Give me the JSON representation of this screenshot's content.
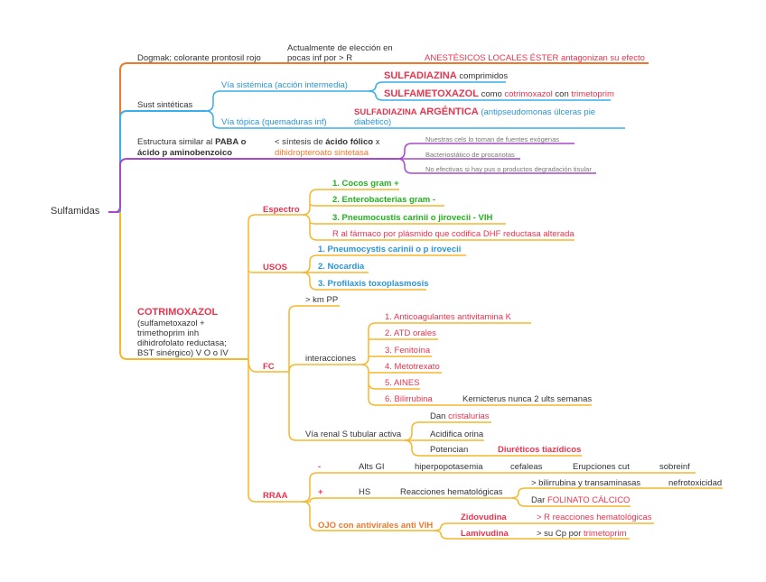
{
  "root": "Sulfamidas",
  "b1": {
    "label": "Dogmak; colorante prontosil rojo",
    "sub1": "Actualmente de elección en",
    "sub2": "pocas inf por > R",
    "note": "ANESTÉSICOS LOCALES ÉSTER antagonizan su efecto"
  },
  "b2": {
    "label": "Sust sintéticas",
    "via1": "Vía sistémica (acción intermedia)",
    "via2": "Vía tópica (quemaduras inf)",
    "sfz": "SULFADIAZINA",
    "sfz_b": "comprimidos",
    "smx": "SULFAMETOXAZOL",
    "smx_b": "como",
    "smx_c": "cotrimoxazol",
    "smx_d": "con",
    "smx_e": "trimetoprim",
    "arg": "SULFADIAZINA",
    "arg2": "ARGÉNTICA",
    "arg3": "(antipseudomonas úlceras pie",
    "arg4": "diabético)"
  },
  "b3": {
    "l1a": "Estructura similar al",
    "l1b": "PABA o",
    "l2": "ácido p aminobenzoico",
    "s1a": "< síntesis de",
    "s1b": "ácido fólico",
    "s1c": "x",
    "s2": "dihidropteroato sintetasa",
    "n1": "Nuestras cels lo toman de fuentes exógenas",
    "n2": "Bacteriostático de procariotas",
    "n3": "No efectivas si hay pus o productos degradación tisular"
  },
  "cotri": {
    "title": "COTRIMOXAZOL",
    "d1": "(sulfametoxazol +",
    "d2": "trimethoprim inh",
    "d3": "dihidrofolato reductasa;",
    "d4": "BST sinérgico) V O o IV"
  },
  "espectro": {
    "label": "Espectro",
    "i1": "1. Cocos gram +",
    "i2": "2. Enterobacterias gram -",
    "i3": "3. Pneumocustis carinii o jirovecii - VIH",
    "i4": "R al fármaco por plásmido que codifica DHF reductasa alterada"
  },
  "usos": {
    "label": "USOS",
    "i1": "1. Pneumocystis carinii o p irovecii",
    "i2": "2. Nocardia",
    "i3": "3. Profilaxis toxoplasmosis"
  },
  "fc": {
    "label": "FC",
    "pp": "> km PP",
    "inter": "interacciones",
    "i1": "1. Anticoagulantes antivitamina K",
    "i2": "2. ATD orales",
    "i3": "3. Fenitoína",
    "i4": "4. Metotrexato",
    "i5": "5. AINES",
    "i6": "6. Bilirrubina",
    "i6b": "Kernicterus nunca 2 ults semanas",
    "renal": "Vía renal S tubular activa",
    "r1a": "Dan",
    "r1b": "cristalurias",
    "r2": "Acidifica orina",
    "r3a": "Potencian",
    "r3b": "Diuréticos tiazídicos"
  },
  "rraa": {
    "label": "RRAA",
    "minus": "-",
    "m1": "Alts GI",
    "m2": "hiperpopotasemia",
    "m3": "cefaleas",
    "m4": "Erupciones cut",
    "m5": "sobreinf",
    "plus": "+",
    "p1": "HS",
    "p2": "Reacciones hematológicas",
    "p3": "> bilirrubina y transaminasas",
    "p4": "nefrotoxicidad",
    "p5a": "Dar",
    "p5b": "FOLINATO CÁLCICO",
    "ojo": "OJO con antivirales anti VIH",
    "z1": "Zidovudina",
    "z2": "> R reacciones hematológicas",
    "l1": "Lamivudina",
    "l2": "> su Cp por",
    "l3": "trimetoprim"
  }
}
